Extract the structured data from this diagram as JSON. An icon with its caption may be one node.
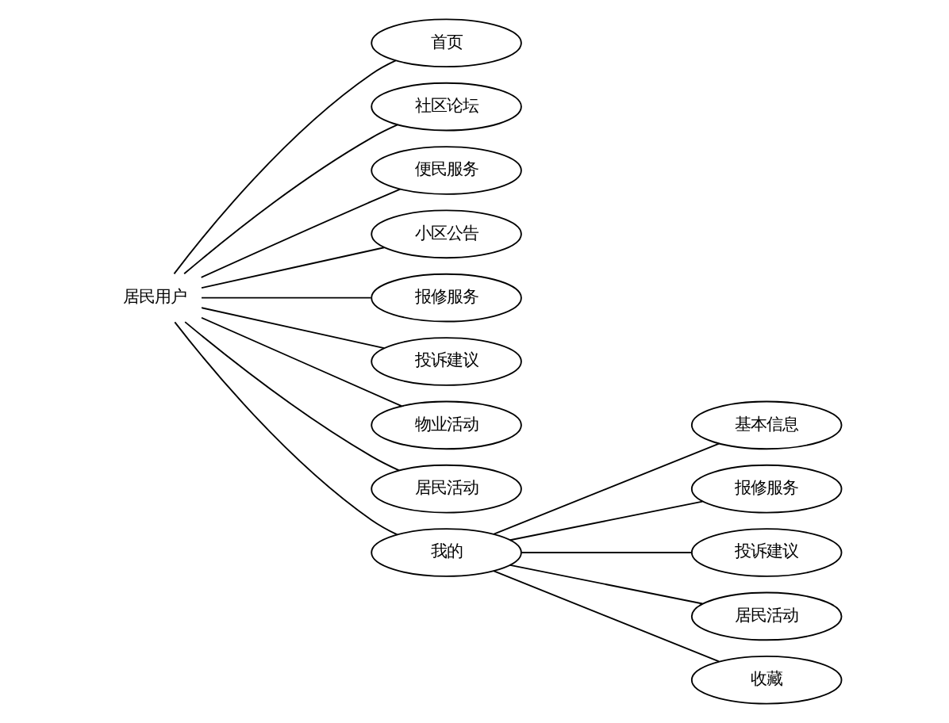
{
  "diagram": {
    "nodes": [
      {
        "text": [
          "居民用户"
        ]
      },
      {
        "text": [
          "首页"
        ]
      },
      {
        "text": [
          "社区论坛"
        ]
      },
      {
        "text": [
          "便民服务"
        ]
      },
      {
        "text": [
          "小区公告"
        ]
      },
      {
        "text": [
          "报修服务"
        ]
      },
      {
        "text": [
          "投诉建议"
        ]
      },
      {
        "text": [
          "物业活动"
        ]
      },
      {
        "text": [
          "居民活动"
        ]
      },
      {
        "text": [
          "我的"
        ]
      },
      {
        "text": [
          "基本信息"
        ]
      },
      {
        "text": [
          "报修服务"
        ]
      },
      {
        "text": [
          "投诉建议"
        ]
      },
      {
        "text": [
          "居民活动"
        ]
      },
      {
        "text": [
          "收藏"
        ]
      }
    ],
    "edges": [
      {
        "from": 0,
        "to": 1,
        "arrow": "none"
      },
      {
        "from": 0,
        "to": 2,
        "arrow": "none"
      },
      {
        "from": 0,
        "to": 3,
        "arrow": "none"
      },
      {
        "from": 0,
        "to": 4,
        "arrow": "none"
      },
      {
        "from": 0,
        "to": 5,
        "arrow": "none"
      },
      {
        "from": 0,
        "to": 6,
        "arrow": "none"
      },
      {
        "from": 0,
        "to": 7,
        "arrow": "none"
      },
      {
        "from": 0,
        "to": 8,
        "arrow": "none"
      },
      {
        "from": 0,
        "to": 9,
        "arrow": "none"
      },
      {
        "from": 9,
        "to": 10,
        "arrow": "none"
      },
      {
        "from": 9,
        "to": 11,
        "arrow": "none"
      },
      {
        "from": 9,
        "to": 12,
        "arrow": "none"
      },
      {
        "from": 9,
        "to": 13,
        "arrow": "none"
      },
      {
        "from": 9,
        "to": 14,
        "arrow": "none"
      }
    ]
  }
}
